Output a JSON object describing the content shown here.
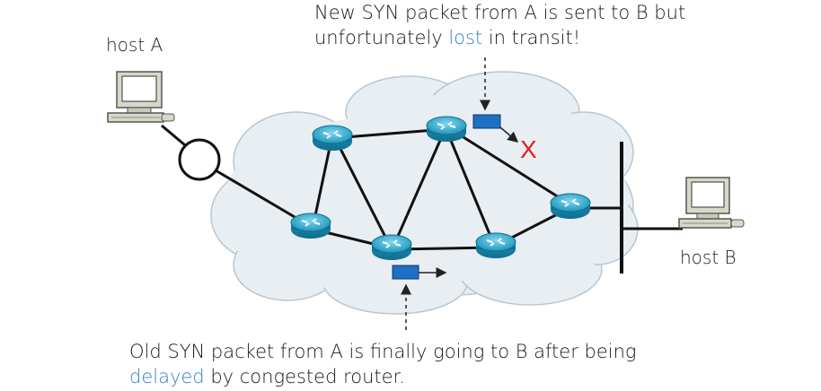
{
  "top_caption": {
    "line1": "New SYN packet from A is sent to B but",
    "line2_before": "unfortunately ",
    "line2_highlight": "lost",
    "line2_after": " in transit!"
  },
  "bottom_caption": {
    "line1": "Old SYN packet from A is finally going to B after being",
    "line2_highlight": "delayed",
    "line2_after": " by congested router."
  },
  "hosts": {
    "a_label": "host A",
    "b_label": "host B"
  },
  "lost_marker": "X",
  "colors": {
    "highlight": "#3a7ec6",
    "packet": "#1f6fc4",
    "lost_x": "#e02020",
    "cloud": "#e8eef2",
    "router": "#2aa7c9"
  }
}
